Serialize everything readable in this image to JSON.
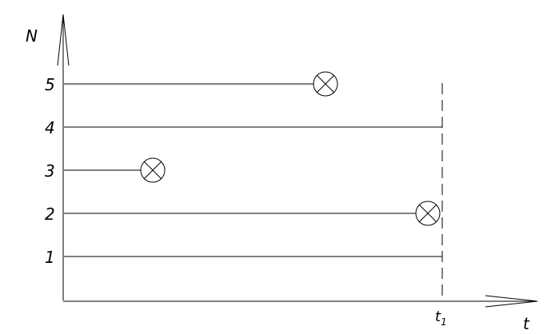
{
  "axes": {
    "y_label": "N",
    "x_label": "t",
    "marker_label_main": "t",
    "marker_label_sub": "1"
  },
  "rows": [
    {
      "label": "5",
      "ends_with_cross": true
    },
    {
      "label": "4",
      "ends_with_cross": false
    },
    {
      "label": "3",
      "ends_with_cross": true
    },
    {
      "label": "2",
      "ends_with_cross": true
    },
    {
      "label": "1",
      "ends_with_cross": false
    }
  ],
  "colors": {
    "ink": "#000000",
    "background": "#ffffff"
  }
}
